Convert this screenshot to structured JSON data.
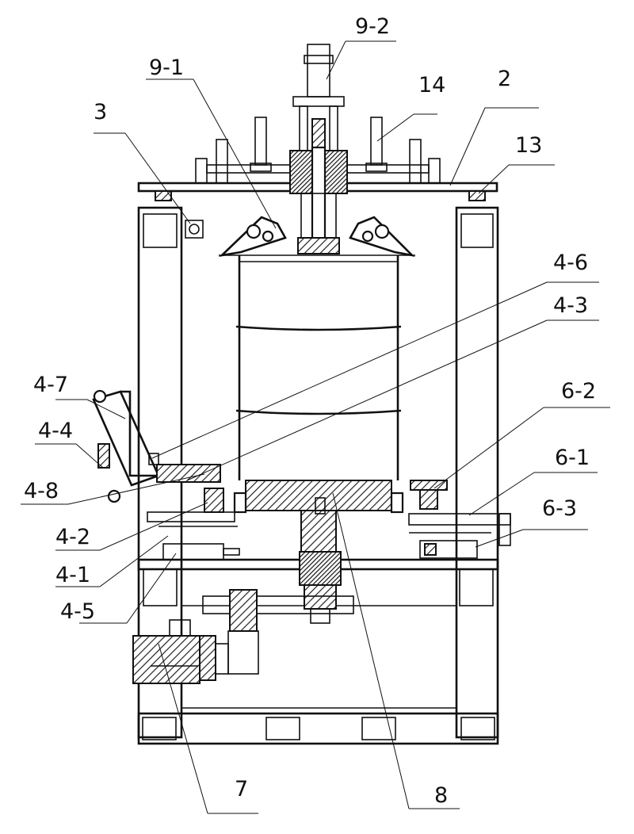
{
  "figure": {
    "labels": {
      "l_9_2": "9-2",
      "l_9_1": "9-1",
      "l_14": "14",
      "l_2": "2",
      "l_3": "3",
      "l_13": "13",
      "l_4_6": "4-6",
      "l_4_3": "4-3",
      "l_4_7": "4-7",
      "l_6_2": "6-2",
      "l_4_4": "4-4",
      "l_6_1": "6-1",
      "l_4_8": "4-8",
      "l_6_3": "6-3",
      "l_4_2": "4-2",
      "l_4_1": "4-1",
      "l_4_5": "4-5",
      "l_7": "7",
      "l_8": "8"
    }
  }
}
